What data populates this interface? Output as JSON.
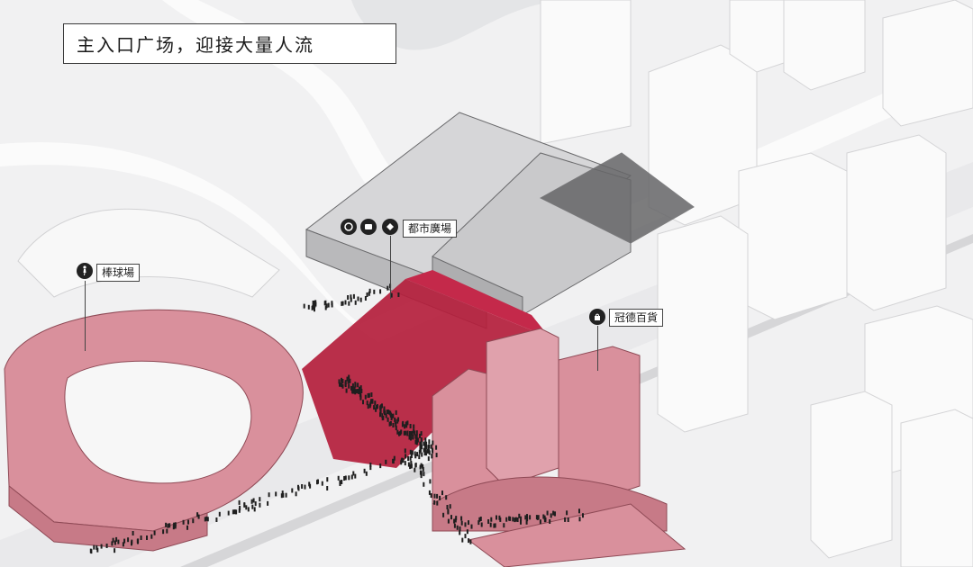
{
  "title": "主入口广场，迎接大量人流",
  "labels": {
    "baseball": "棒球場",
    "metro": "都市廣場",
    "dept_store": "冠德百貨"
  },
  "icons": {
    "baseball": "pedestrian-icon",
    "metro": [
      "metro-icon",
      "bus-icon",
      "train-icon"
    ],
    "dept_store": "shopping-bag-icon"
  },
  "colors": {
    "plaza_red": "#b41e3c",
    "building_pink": "#d9909c",
    "existing_grey": "#bcbdbf",
    "background": "#f1f1f2"
  }
}
